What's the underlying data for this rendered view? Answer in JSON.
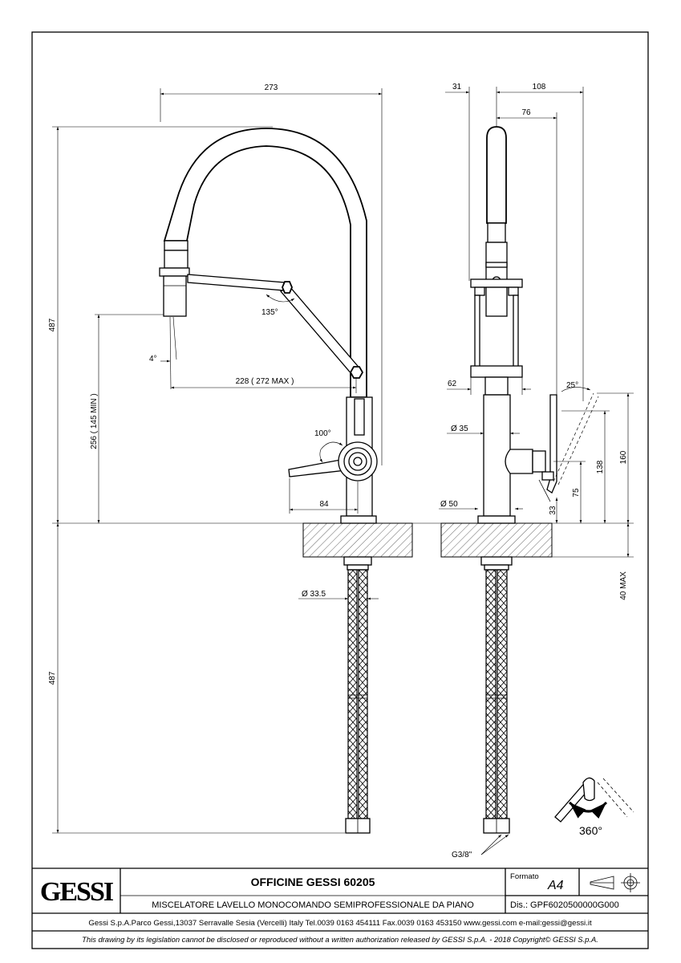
{
  "dims": {
    "d273": "273",
    "d487_top": "487",
    "d487_bottom": "487",
    "d256": "256 ( 145 MIN )",
    "d228": "228 ( 272 MAX )",
    "d135": "135°",
    "d4": "4°",
    "d100": "100°",
    "d84": "84",
    "d33_5": "Ø 33.5",
    "d31": "31",
    "d108": "108",
    "d76": "76",
    "d62": "62",
    "d25": "25°",
    "d35": "Ø 35",
    "d50": "Ø 50",
    "d33": "33",
    "d75": "75",
    "d138": "138",
    "d160": "160",
    "d40max": "40 MAX",
    "g38": "G3/8\""
  },
  "rotation_label": "360°",
  "title_block": {
    "logo": "GESSI",
    "title": "OFFICINE GESSI 60205",
    "description": "MISCELATORE LAVELLO MONOCOMANDO SEMIPROFESSIONALE DA PIANO",
    "format_label": "Formato",
    "format_value": "A4",
    "drawing_number": "Dis.: GPF6020500000G000",
    "company_info": "Gessi S.p.A.Parco Gessi,13037 Serravalle Sesia (Vercelli) Italy Tel.0039 0163 454111 Fax.0039 0163 453150 www.gessi.com e-mail:gessi@gessi.it",
    "legal_notice": "This drawing by its legislation cannot be disclosed or reproduced without a written authorization released by GESSI S.p.A. - 2018 Copyright© GESSI S.p.A."
  }
}
